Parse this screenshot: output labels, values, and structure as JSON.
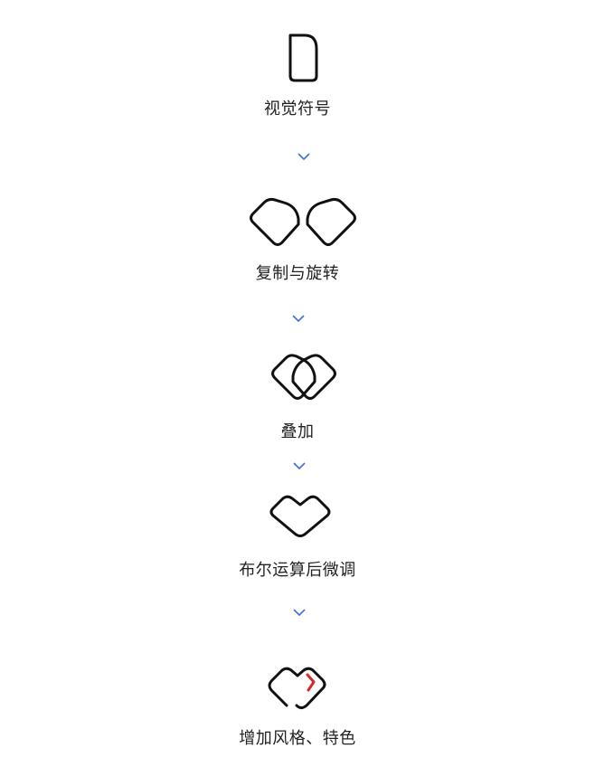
{
  "steps": [
    {
      "label": "视觉符号",
      "icon": "rounded-tab-shape-icon"
    },
    {
      "label": "复制与旋转",
      "icon": "mirrored-tab-shapes-icon"
    },
    {
      "label": "叠加",
      "icon": "overlapped-heart-shapes-icon"
    },
    {
      "label": "布尔运算后微调",
      "icon": "heart-outline-icon"
    },
    {
      "label": "增加风格、特色",
      "icon": "stylized-heart-icon"
    }
  ],
  "flow_arrow": {
    "icon": "chevron-down-icon"
  },
  "colors": {
    "stroke": "#111111",
    "accent": "#d42a2a",
    "arrow": "#3a73d6",
    "text": "#222222"
  }
}
